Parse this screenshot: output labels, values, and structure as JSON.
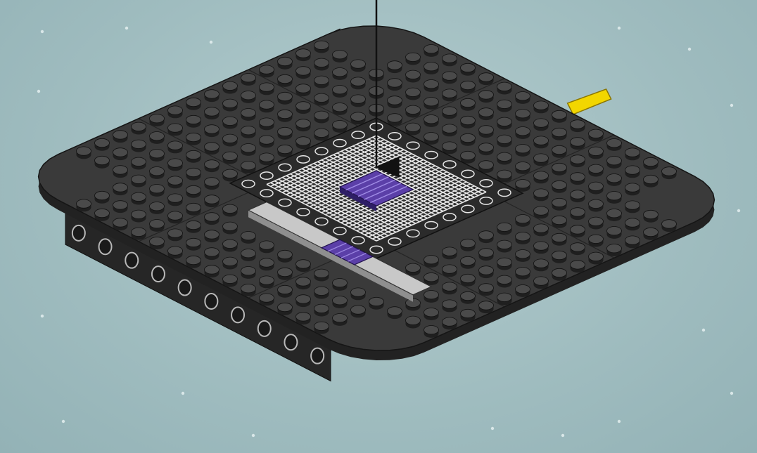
{
  "scene": {
    "type": "lego-build-instruction-step",
    "callout": {
      "kind": "arrow",
      "points_to": "purple-tile-center"
    },
    "colors": {
      "background": "#a9c4c6",
      "baseplate": "#3a3a3a",
      "stud_top": "#4a4a4a",
      "stud_side": "#1f1f1f",
      "grille": "#e6e6e6",
      "purple_tile": "#5b3fa8",
      "light_gray_plate": "#c8c8c8",
      "yellow_axle": "#f2d600",
      "beam": "#262626"
    },
    "parts": [
      {
        "name": "baseplate-quadrant",
        "color": "dark-gray",
        "count": 4
      },
      {
        "name": "corner-round-plate",
        "color": "dark-gray",
        "count": 4
      },
      {
        "name": "grille-plate",
        "color": "white",
        "count": 1
      },
      {
        "name": "grille-tile-2x2",
        "color": "purple",
        "count": 1
      },
      {
        "name": "long-plate",
        "color": "light-gray",
        "count": 1
      },
      {
        "name": "grille-tile-1x2",
        "color": "purple",
        "count": 1
      },
      {
        "name": "technic-beam",
        "color": "black",
        "count": 2
      },
      {
        "name": "technic-axle",
        "color": "yellow",
        "count": 1
      }
    ]
  }
}
